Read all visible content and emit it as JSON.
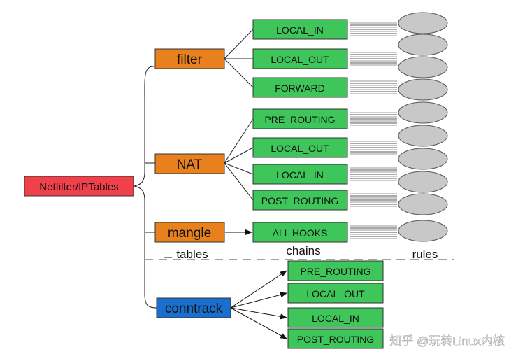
{
  "root": {
    "label": "Netfilter/IPTables",
    "color": "#f0404a"
  },
  "tables": [
    {
      "label": "filter",
      "color": "#e8801e"
    },
    {
      "label": "NAT",
      "color": "#e8801e"
    },
    {
      "label": "mangle",
      "color": "#e8801e"
    },
    {
      "label": "conntrack",
      "color": "#1a6fcc"
    }
  ],
  "chains": {
    "color": "#3ec65a",
    "filter": [
      "LOCAL_IN",
      "LOCAL_OUT",
      "FORWARD"
    ],
    "nat": [
      "PRE_ROUTING",
      "LOCAL_OUT",
      "LOCAL_IN",
      "POST_ROUTING"
    ],
    "mangle": [
      "ALL HOOKS"
    ],
    "conntrack": [
      "PRE_ROUTING",
      "LOCAL_OUT",
      "LOCAL_IN",
      "POST_ROUTING"
    ]
  },
  "column_labels": {
    "tables": "tables",
    "chains": "chains",
    "rules": "rules"
  },
  "rule_color": "#c8c8c8",
  "watermark": "知乎 @玩转Linux内核"
}
